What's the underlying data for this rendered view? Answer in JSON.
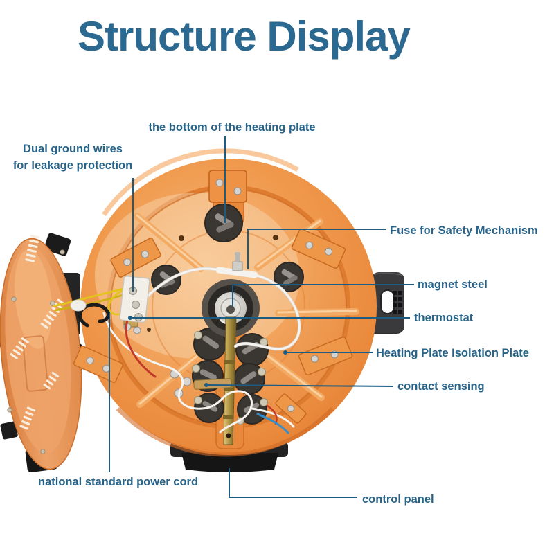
{
  "title": "Structure Display",
  "callouts": [
    {
      "id": "heating-plate-bottom",
      "text": "the bottom of the heating plate"
    },
    {
      "id": "dual-ground-wires",
      "line1": "Dual ground wires",
      "line2": "for leakage protection"
    },
    {
      "id": "fuse",
      "text": "Fuse for Safety Mechanism"
    },
    {
      "id": "magnet-steel",
      "text": "magnet steel"
    },
    {
      "id": "thermostat",
      "text": "thermostat"
    },
    {
      "id": "heating-plate-isolation-plate",
      "text": "Heating Plate Isolation Plate"
    },
    {
      "id": "contact-sensing",
      "text": "contact sensing"
    },
    {
      "id": "power-cord",
      "text": "national standard power cord"
    },
    {
      "id": "control-panel",
      "text": "control panel"
    }
  ],
  "colors": {
    "title_text": "#2b6990",
    "label_text": "#276389",
    "leader_line": "#1d5c82",
    "pot_orange": "#ec8e43",
    "pot_rim_dark": "#dd7527",
    "plate_light": "#f2a35c",
    "cover_orange": "#e9975c",
    "component_black": "#222222",
    "brass": "#c2a554",
    "wire_white": "#f6f4f0",
    "wire_yellow": "#e2c41c",
    "wire_red": "#c2392a",
    "wire_blue": "#2f8fd0",
    "background": "#ffffff"
  }
}
